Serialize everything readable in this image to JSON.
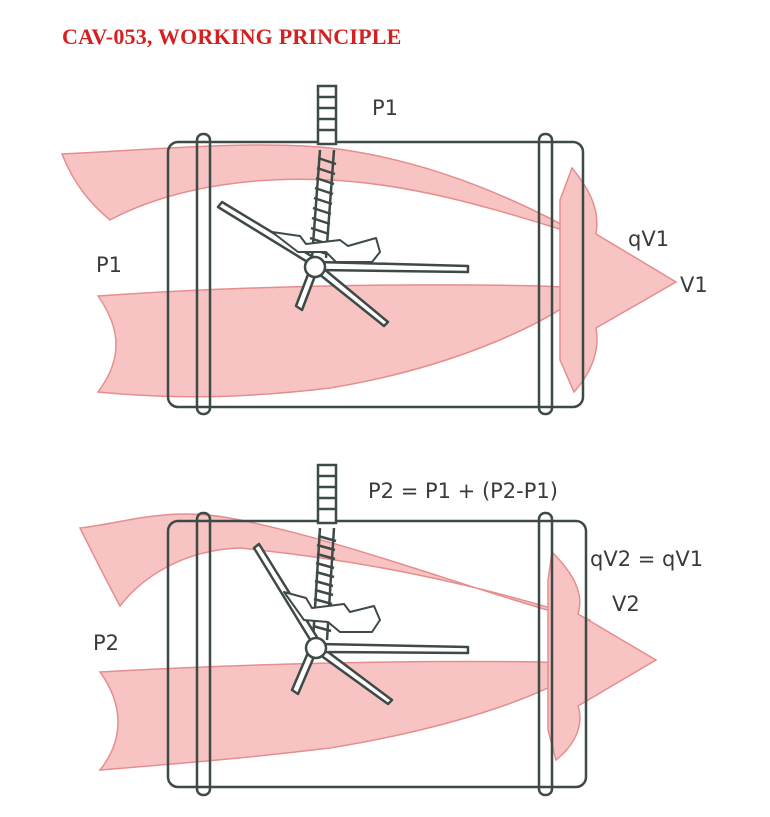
{
  "title": "CAV-053, WORKING PRINCIPLE",
  "colors": {
    "title": "#d42020",
    "flow_fill": "#f7c3c3",
    "flow_stroke": "#e68e8e",
    "line": "#3e4a45"
  },
  "top_panel": {
    "pressure_top": "P1",
    "pressure_left": "P1",
    "flow_rate": "qV1",
    "velocity": "V1"
  },
  "bottom_panel": {
    "pressure_top": "P2 = P1 + (P2-P1)",
    "pressure_left": "P2",
    "flow_rate": "qV2 = qV1",
    "velocity": "V2"
  }
}
